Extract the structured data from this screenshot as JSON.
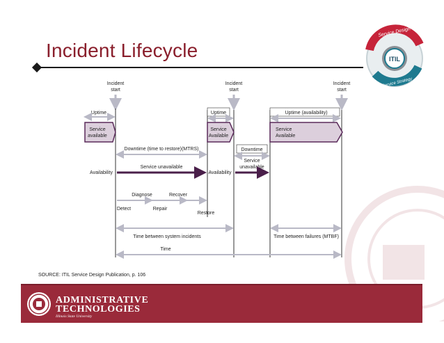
{
  "slide": {
    "title": "Incident Lifecycle",
    "source": "SOURCE: ITIL Service Design Publication, p. 106"
  },
  "badge": {
    "top_label": "Service Design",
    "center_label": "ITIL",
    "bottom_label": "Service Strategy"
  },
  "diagram": {
    "incident_start_1": [
      "Incident",
      "start"
    ],
    "incident_start_2": [
      "Incident",
      "start"
    ],
    "incident_start_3": [
      "Incident",
      "start"
    ],
    "uptime_1": "Uptime",
    "uptime_2": "Uptime",
    "uptime_3": "Uptime (availability)",
    "service_available_1": [
      "Service",
      "available"
    ],
    "service_available_2": [
      "Service",
      "Available"
    ],
    "service_available_3": [
      "Service",
      "Available"
    ],
    "downtime_mtrs": "Downtime (time to restore)(MTRS)",
    "downtime_2": "Downtime",
    "availability_1": "Availability",
    "availability_2": "Availability",
    "service_unavailable_1": "Service unavailable",
    "service_unavailable_2": [
      "Service",
      "unavailable"
    ],
    "diagnose": "Diagnose",
    "recover": "Recover",
    "detect": "Detect",
    "repair": "Repair",
    "restore": "Restore",
    "time_between_incidents": "Time between system incidents",
    "time_between_failures": "Time between failures (MTBF)",
    "time": "Time"
  },
  "footer": {
    "line1": "ADMINISTRATIVE",
    "line2": "TECHNOLOGIES",
    "sub": "Illinois State University"
  },
  "colors": {
    "brand_red": "#9a2a3a",
    "title_red": "#8a1f2c",
    "bar_fill": "#dccfdc",
    "bar_dark": "#5a2a5a",
    "arrow_grey": "#c9c9d2"
  }
}
